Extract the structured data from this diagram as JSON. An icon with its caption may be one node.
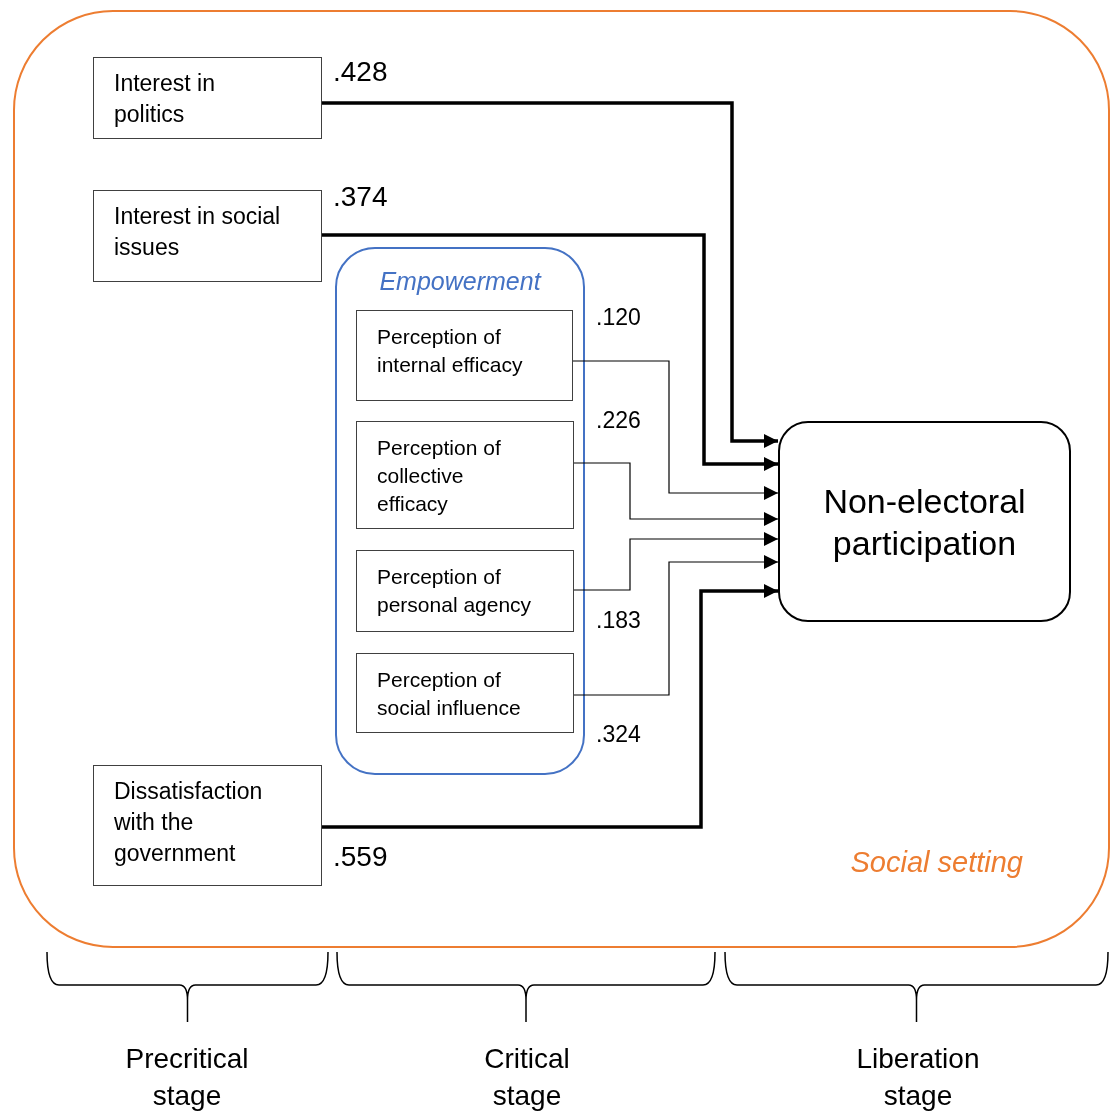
{
  "diagram": {
    "nodes": [
      {
        "text": [
          "Social setting"
        ]
      },
      {
        "text": [
          "Interest in politics"
        ],
        "in": 0
      },
      {
        "text": [
          "Interest in social issues"
        ],
        "in": 0
      },
      {
        "text": [
          "Empowerment"
        ],
        "in": 0
      },
      {
        "text": [
          "Perception of internal efficacy"
        ],
        "in": 3
      },
      {
        "text": [
          "Perception of collective efficacy"
        ],
        "in": 3
      },
      {
        "text": [
          "Perception of personal agency"
        ],
        "in": 3
      },
      {
        "text": [
          "Perception of social influence"
        ],
        "in": 3
      },
      {
        "text": [
          "Dissatisfaction with the government"
        ],
        "in": 0
      },
      {
        "text": [
          "Non-electoral participation"
        ],
        "in": 0
      }
    ],
    "edges": [
      {
        "from": 1,
        "to": 9,
        "arrow": "to",
        "label": ".428",
        "style": "thick"
      },
      {
        "from": 2,
        "to": 9,
        "arrow": "to",
        "label": ".374",
        "style": "thick"
      },
      {
        "from": 4,
        "to": 9,
        "arrow": "to",
        "label": ".120"
      },
      {
        "from": 5,
        "to": 9,
        "arrow": "to",
        "label": ".226"
      },
      {
        "from": 6,
        "to": 9,
        "arrow": "to",
        "label": ".183"
      },
      {
        "from": 7,
        "to": 9,
        "arrow": "to",
        "label": ".324"
      },
      {
        "from": 8,
        "to": 9,
        "arrow": "to",
        "label": ".559",
        "style": "thick"
      }
    ],
    "labels": [
      "Precritical stage",
      "Critical stage",
      "Liberation stage"
    ]
  }
}
